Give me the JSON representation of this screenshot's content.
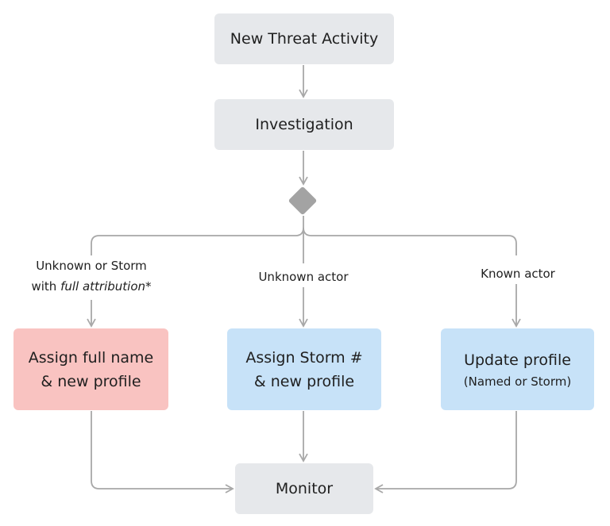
{
  "nodes": {
    "new_threat": "New Threat Activity",
    "investigation": "Investigation",
    "assign_full_line1": "Assign full name",
    "assign_full_line2": "& new profile",
    "assign_storm_line1": "Assign Storm #",
    "assign_storm_line2": "& new profile",
    "update_line1": "Update profile",
    "update_line2": "(Named or Storm)",
    "monitor": "Monitor"
  },
  "edge_labels": {
    "left_line1": "Unknown or Storm",
    "left_line2_prefix": "with ",
    "left_line2_em": "full attribution",
    "left_line2_suffix": "*",
    "middle": "Unknown actor",
    "right": "Known actor"
  },
  "colors": {
    "gray_box": "#e6e8eb",
    "red_box": "#f9c3c1",
    "blue_box": "#c7e2f8",
    "connector": "#a8a8a8",
    "diamond": "#a3a3a3"
  }
}
